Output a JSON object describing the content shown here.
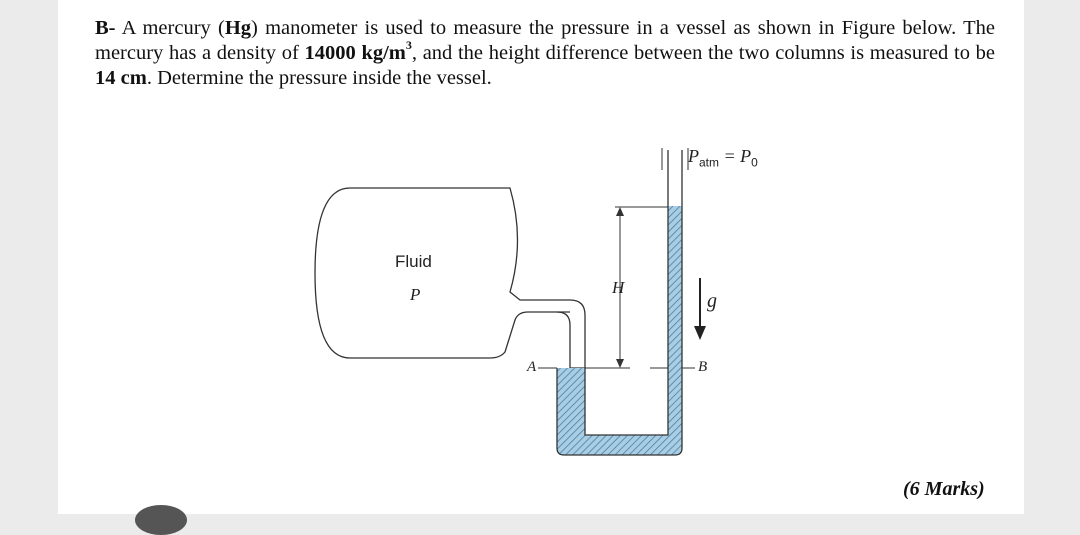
{
  "problem": {
    "part_label": "B-",
    "text_1": " A mercury (",
    "hg": "Hg",
    "text_2": ") manometer is used to measure the pressure in a vessel as shown in Figure below. The mercury has a density of ",
    "density": "14000 kg/m",
    "density_exp": "3",
    "text_3": ", and the height difference between the two columns is measured to be ",
    "height": "14 cm",
    "text_4": ". Determine the pressure inside the vessel."
  },
  "figure": {
    "fluid_label": "Fluid",
    "pressure_label": "P",
    "patm_p": "P",
    "patm_sub": "atm",
    "patm_eq": " = P",
    "patm_zero": "0",
    "height_label": "H",
    "gravity_label": "g",
    "point_a": "A",
    "point_b": "B"
  },
  "marks": "(6 Marks)",
  "colors": {
    "mercury": "#9cc3dd",
    "outline": "#333333"
  }
}
